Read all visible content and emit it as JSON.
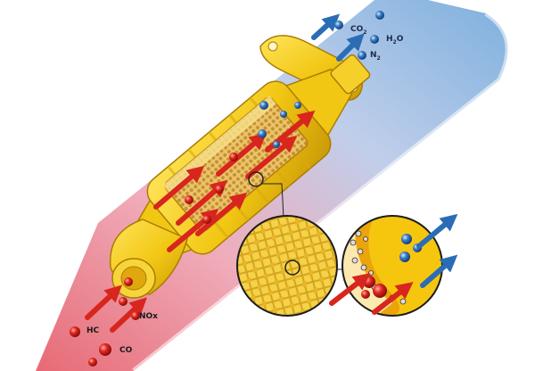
{
  "labels": {
    "outlet": {
      "co2": {
        "main": "CO",
        "sub": "2"
      },
      "h2o": {
        "main": "H",
        "sub": "2",
        "tail": "O"
      },
      "n2": {
        "main": "N",
        "sub": "2"
      }
    },
    "inlet": {
      "hc": "HC",
      "nox": "NOx",
      "co": "CO"
    }
  },
  "colors": {
    "exhaust_red": "#d8251e",
    "outlet_blue": "#2a6db5",
    "housing_yellow": "#f2c714",
    "housing_dark": "#c89a06",
    "cold_band": "#7fb4de",
    "hot_band": "#e77a83"
  }
}
